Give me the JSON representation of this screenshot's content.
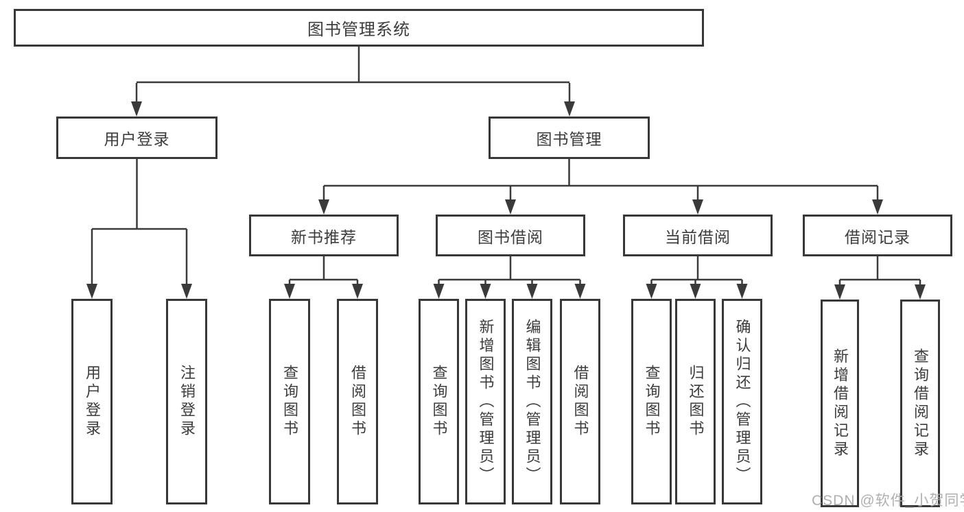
{
  "tree": {
    "root": {
      "label": "图书管理系统"
    },
    "branches": [
      {
        "label": "用户登录",
        "children": [
          {
            "label": "用户登录"
          },
          {
            "label": "注销登录"
          }
        ]
      },
      {
        "label": "图书管理",
        "children": [
          {
            "label": "新书推荐",
            "children": [
              {
                "label": "查询图书"
              },
              {
                "label": "借阅图书"
              }
            ]
          },
          {
            "label": "图书借阅",
            "children": [
              {
                "label": "查询图书"
              },
              {
                "label": "新增图书（管理员）"
              },
              {
                "label": "编辑图书（管理员）"
              },
              {
                "label": "借阅图书"
              }
            ]
          },
          {
            "label": "当前借阅",
            "children": [
              {
                "label": "查询图书"
              },
              {
                "label": "归还图书"
              },
              {
                "label": "确认归还（管理员）"
              }
            ]
          },
          {
            "label": "借阅记录",
            "children": [
              {
                "label": "新增借阅记录"
              },
              {
                "label": "查询借阅记录"
              }
            ]
          }
        ]
      }
    ]
  },
  "watermark": {
    "text": "CSDN @软件_小贺同学"
  },
  "colors": {
    "line": "#3a3a3a",
    "box_border": "#383838",
    "text": "#3c3c3c",
    "watermark": "#a8a8a8",
    "background": "#ffffff"
  }
}
